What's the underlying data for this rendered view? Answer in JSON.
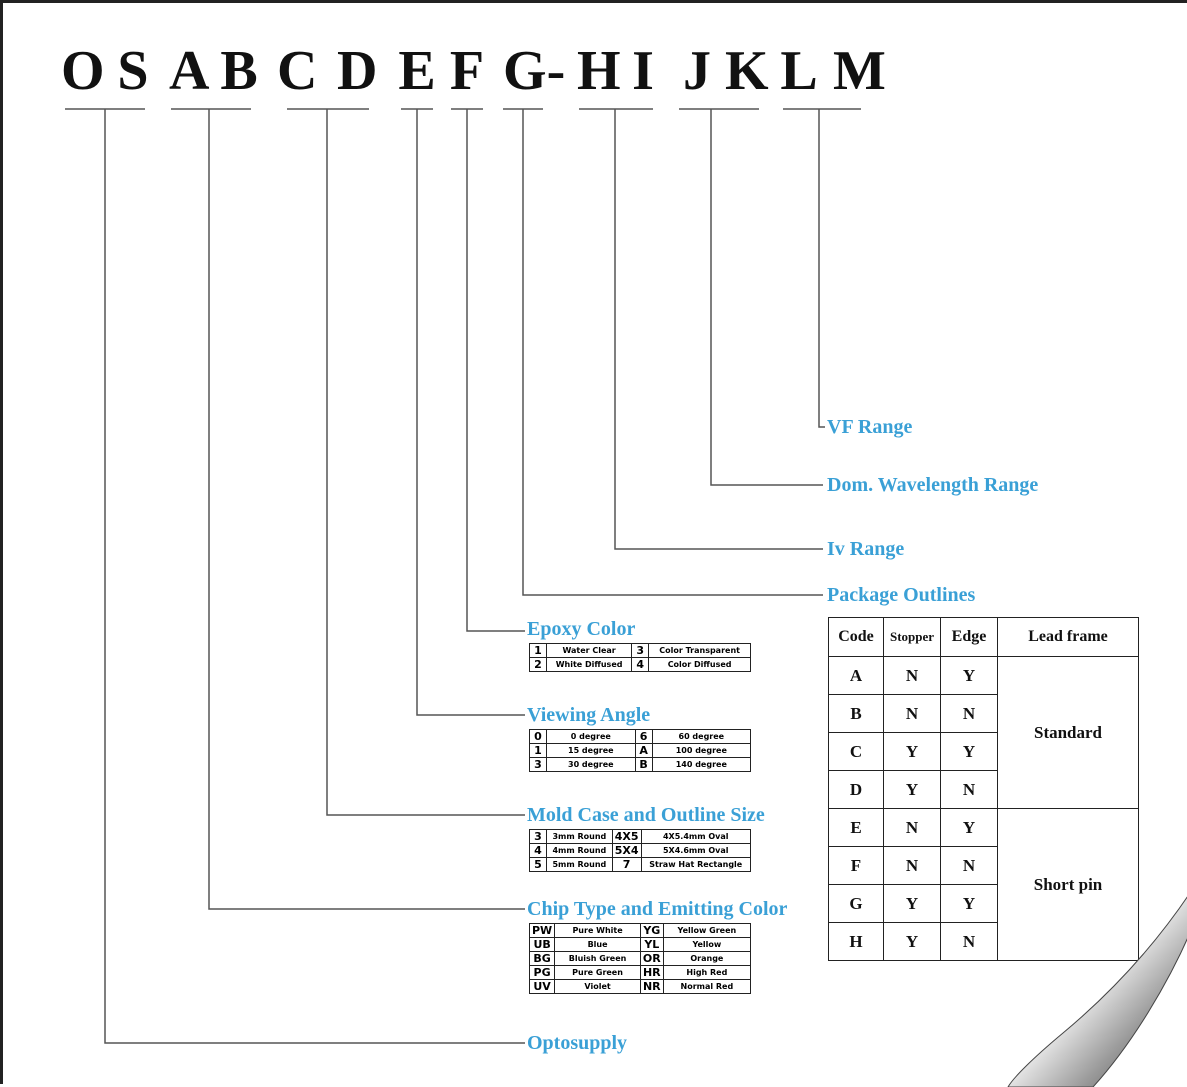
{
  "part_number": [
    "O",
    "S",
    "A",
    "B",
    "C",
    "D",
    "E",
    "F",
    "G",
    "-",
    "H",
    "I",
    "J",
    "K",
    "L",
    "M"
  ],
  "callouts": {
    "vf_range": "VF Range",
    "wavelength": "Dom. Wavelength Range",
    "iv_range": "Iv Range",
    "package": "Package Outlines",
    "epoxy": "Epoxy Color",
    "viewing": "Viewing Angle",
    "mold": "Mold Case and Outline Size",
    "chip": "Chip Type and Emitting Color",
    "optosupply": "Optosupply"
  },
  "epoxy_table": [
    {
      "k1": "1",
      "v1": "Water Clear",
      "k2": "3",
      "v2": "Color Transparent"
    },
    {
      "k1": "2",
      "v1": "White Diffused",
      "k2": "4",
      "v2": "Color Diffused"
    }
  ],
  "viewing_table": [
    {
      "k1": "0",
      "v1": "0 degree",
      "k2": "6",
      "v2": "60 degree"
    },
    {
      "k1": "1",
      "v1": "15 degree",
      "k2": "A",
      "v2": "100 degree"
    },
    {
      "k1": "3",
      "v1": "30 degree",
      "k2": "B",
      "v2": "140 degree"
    }
  ],
  "mold_table": [
    {
      "k1": "3",
      "v1": "3mm Round",
      "k2": "4X5",
      "v2": "4X5.4mm Oval"
    },
    {
      "k1": "4",
      "v1": "4mm Round",
      "k2": "5X4",
      "v2": "5X4.6mm Oval"
    },
    {
      "k1": "5",
      "v1": "5mm Round",
      "k2": "7",
      "v2": "Straw Hat Rectangle"
    }
  ],
  "chip_table": [
    {
      "k1": "PW",
      "v1": "Pure White",
      "k2": "YG",
      "v2": "Yellow Green"
    },
    {
      "k1": "UB",
      "v1": "Blue",
      "k2": "YL",
      "v2": "Yellow"
    },
    {
      "k1": "BG",
      "v1": "Bluish Green",
      "k2": "OR",
      "v2": "Orange"
    },
    {
      "k1": "PG",
      "v1": "Pure Green",
      "k2": "HR",
      "v2": "High Red"
    },
    {
      "k1": "UV",
      "v1": "Violet",
      "k2": "NR",
      "v2": "Normal Red"
    }
  ],
  "package_table": {
    "headers": [
      "Code",
      "Stopper",
      "Edge",
      "Lead frame"
    ],
    "rows": [
      {
        "code": "A",
        "stopper": "N",
        "edge": "Y"
      },
      {
        "code": "B",
        "stopper": "N",
        "edge": "N"
      },
      {
        "code": "C",
        "stopper": "Y",
        "edge": "Y"
      },
      {
        "code": "D",
        "stopper": "Y",
        "edge": "N"
      },
      {
        "code": "E",
        "stopper": "N",
        "edge": "Y"
      },
      {
        "code": "F",
        "stopper": "N",
        "edge": "N"
      },
      {
        "code": "G",
        "stopper": "Y",
        "edge": "Y"
      },
      {
        "code": "H",
        "stopper": "Y",
        "edge": "N"
      }
    ],
    "lead_standard": "Standard",
    "lead_short": "Short pin"
  },
  "colors": {
    "callout": "#3aa0d6",
    "line": "#555555",
    "ink": "#111111"
  }
}
